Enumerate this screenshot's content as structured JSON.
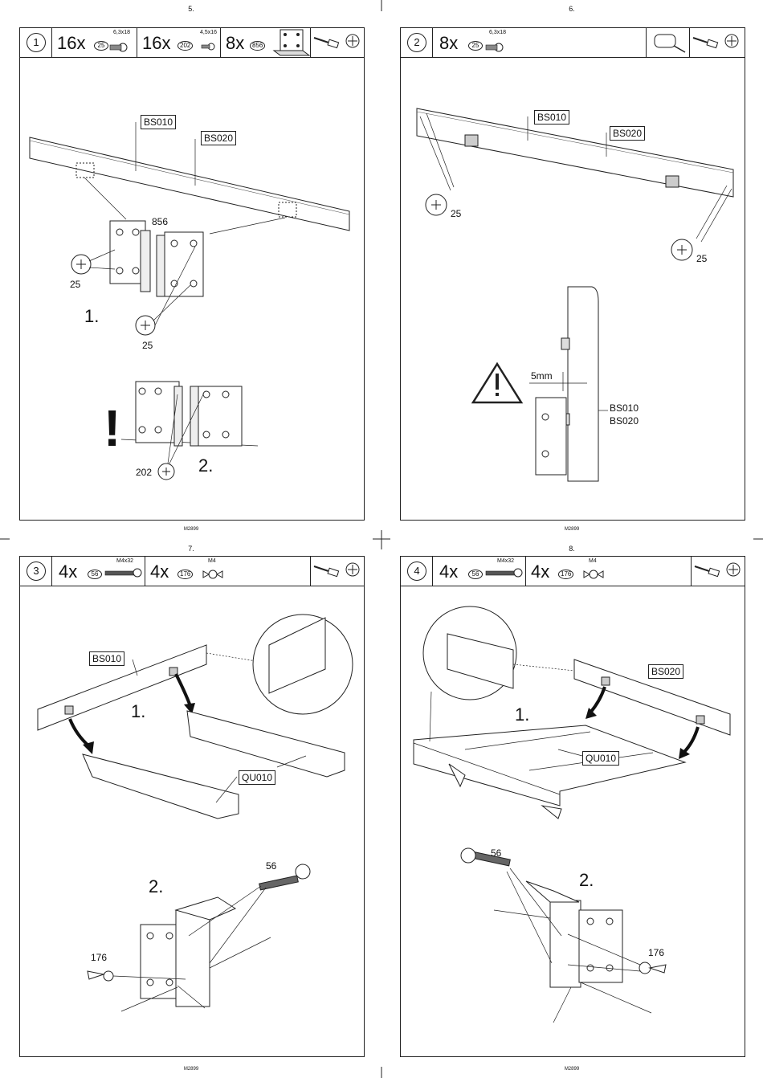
{
  "document": {
    "manufacturer_code": "M2899",
    "pages": [
      {
        "page_number": "5.",
        "step": "1",
        "parts": [
          {
            "qty": "16x",
            "part": "25",
            "spec": "6,3x18"
          },
          {
            "qty": "16x",
            "part": "202",
            "spec": "4,5x16"
          },
          {
            "qty": "8x",
            "part": "856",
            "spec": ""
          }
        ],
        "labels": [
          "BS010",
          "BS020"
        ],
        "callouts": [
          "856",
          "25",
          "25",
          "202"
        ],
        "substeps": [
          "1.",
          "2."
        ],
        "warning": "!"
      },
      {
        "page_number": "6.",
        "step": "2",
        "parts": [
          {
            "qty": "8x",
            "part": "25",
            "spec": "6,3x18"
          }
        ],
        "labels": [
          "BS010",
          "BS020"
        ],
        "callouts": [
          "25",
          "25"
        ],
        "measure": "5mm",
        "side_labels": [
          "BS010",
          "BS020"
        ]
      },
      {
        "page_number": "7.",
        "step": "3",
        "parts": [
          {
            "qty": "4x",
            "part": "56",
            "spec": "M4x32"
          },
          {
            "qty": "4x",
            "part": "176",
            "spec": "M4"
          }
        ],
        "labels": [
          "BS010",
          "QU010"
        ],
        "callouts": [
          "56",
          "176"
        ],
        "substeps": [
          "1.",
          "2."
        ]
      },
      {
        "page_number": "8.",
        "step": "4",
        "parts": [
          {
            "qty": "4x",
            "part": "56",
            "spec": "M4x32"
          },
          {
            "qty": "4x",
            "part": "176",
            "spec": "M4"
          }
        ],
        "labels": [
          "BS020",
          "QU010"
        ],
        "callouts": [
          "56",
          "176"
        ],
        "substeps": [
          "1.",
          "2."
        ]
      }
    ]
  }
}
